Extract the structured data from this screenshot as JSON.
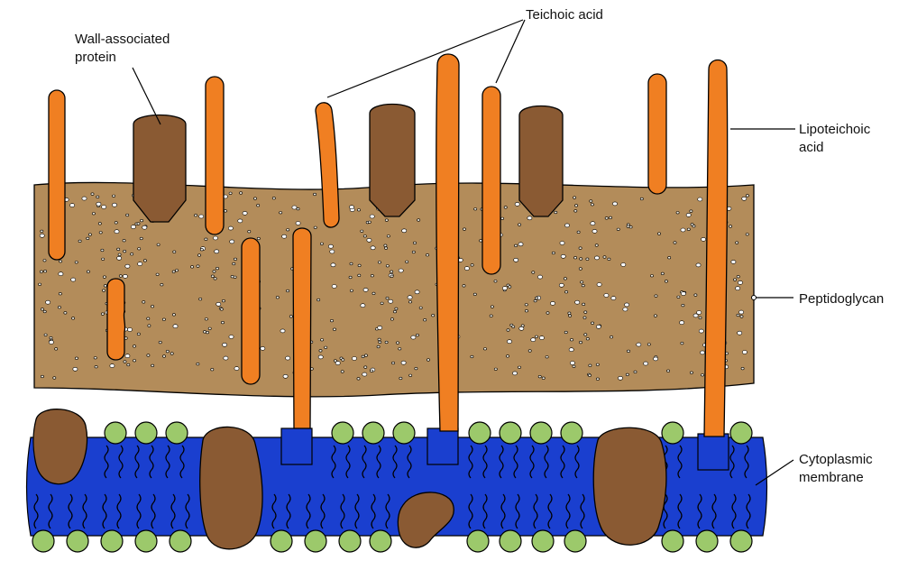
{
  "labels": {
    "wall_protein_line1": "Wall-associated",
    "wall_protein_line2": "protein",
    "teichoic_acid": "Teichoic acid",
    "lipoteichoic_line1": "Lipoteichoic",
    "lipoteichoic_line2": "acid",
    "peptidoglycan": "Peptidoglycan",
    "membrane_line1": "Cytoplasmic",
    "membrane_line2": "membrane"
  },
  "colors": {
    "peptidoglycan": "#b38c5a",
    "teichoic_acid": "#f07f22",
    "protein": "#8a5a33",
    "membrane": "#1a3fcf",
    "lipid_head": "#9cc96b"
  }
}
